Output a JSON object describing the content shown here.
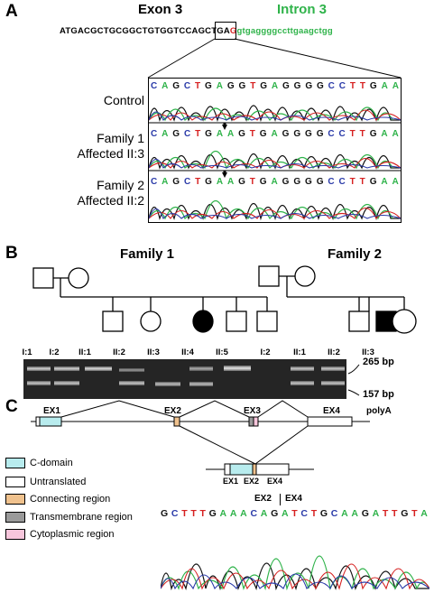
{
  "figure": {
    "panel_a": {
      "letter": "A",
      "exon_title": "Exon 3",
      "intron_title": "Intron 3",
      "seq_exon_part": "ATGACGCTGCGGCTGTGGTCCAGCTGA",
      "seq_mut_base": "G",
      "seq_intron_part": "gtgaggggccttgaagctgg",
      "rows": [
        {
          "label": "Control",
          "bases": "CAGCTGAGGTGAGGGGCCTTGAA"
        },
        {
          "label": "Family 1\nAffected II:3",
          "bases": "CAGCTGAAGTGAGGGGCCTTGAA"
        },
        {
          "label": "Family 2\nAffected II:2",
          "bases": "CAGCTGAAGTGAGGGGCCTTGAA"
        }
      ],
      "colors": {
        "A": "#2fb34a",
        "C": "#2a3aa8",
        "G": "#111111",
        "T": "#d62020",
        "intron": "#2fb34a"
      }
    },
    "panel_b": {
      "letter": "B",
      "family1_title": "Family 1",
      "family2_title": "Family 2",
      "family1_children": [
        "II:1",
        "II:2",
        "II:3",
        "II:4",
        "II:5"
      ],
      "family2_children": [
        "II:1",
        "II:2",
        "II:3"
      ],
      "lane_labels": [
        "I:1",
        "I:2",
        "II:1",
        "II:2",
        "II:3",
        "II:4",
        "II:5",
        "I:2",
        "II:1",
        "II:2",
        "II:3"
      ],
      "band_upper": "265 bp",
      "band_lower": "157 bp"
    },
    "panel_c": {
      "letter": "C",
      "exons": [
        "EX1",
        "EX2",
        "EX3",
        "EX4"
      ],
      "polyA": "polyA",
      "spliced_labels": [
        "EX1",
        "EX2",
        "EX4"
      ],
      "legend": [
        {
          "label": "C-domain",
          "color": "#b8ecee"
        },
        {
          "label": "Untranslated",
          "color": "#ffffff"
        },
        {
          "label": "Connecting region",
          "color": "#f0c28e"
        },
        {
          "label": "Transmembrane region",
          "color": "#9a9a9a"
        },
        {
          "label": "Cytoplasmic region",
          "color": "#f7c6dc"
        }
      ],
      "junction_left": "EX2",
      "junction_right": "EX4",
      "junction_bases": "GCTTTGAAACAGATCTGCAAGATTGTA"
    }
  }
}
